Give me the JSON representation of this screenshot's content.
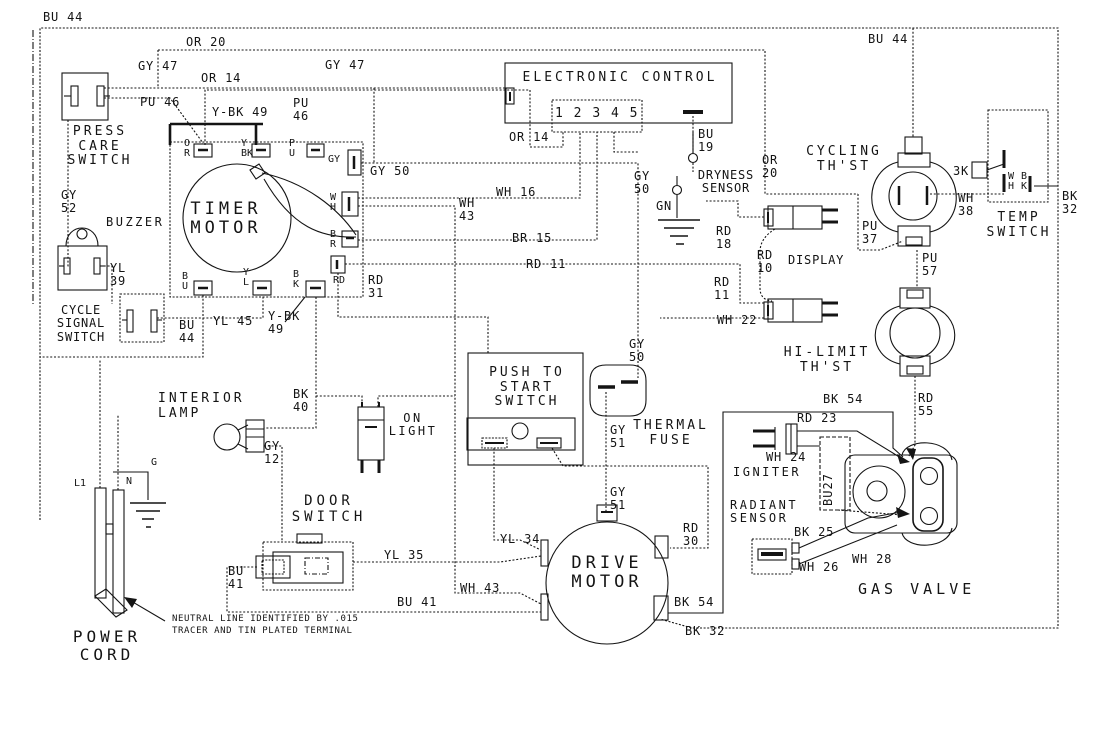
{
  "components": {
    "press_care_switch": "PRESS\nCARE\nSWITCH",
    "buzzer": "BUZZER",
    "cycle_signal_switch": "CYCLE\nSIGNAL\nSWITCH",
    "timer_motor": "TIMER\nMOTOR",
    "electronic_control": "ELECTRONIC CONTROL",
    "control_pins": "1 2 3 4 5",
    "dryness_sensor": "DRYNESS\nSENSOR",
    "display": "DISPLAY",
    "cycling_thst": "CYCLING\nTH'ST",
    "temp_switch": "TEMP\nSWITCH",
    "hi_limit_thst": "HI-LIMIT\nTH'ST",
    "interior_lamp": "INTERIOR\nLAMP",
    "on_light": "ON\nLIGHT",
    "push_to_start_switch": "PUSH TO\nSTART\nSWITCH",
    "thermal_fuse": "THERMAL\nFUSE",
    "door_switch": "DOOR\nSWITCH",
    "drive_motor": "DRIVE\nMOTOR",
    "igniter": "IGNITER",
    "radiant_sensor": "RADIANT\nSENSOR",
    "gas_valve": "GAS VALVE",
    "power_cord": "POWER\nCORD"
  },
  "wires": {
    "bu44_top_left": "BU 44",
    "or20": "OR 20",
    "gy47_left": "GY 47",
    "gy47_right": "GY 47",
    "or14_top": "OR 14",
    "pu46_left": "PU 46",
    "ybk49_top": "Y-BK 49",
    "pu46_right": "PU\n46",
    "bu44_top_right": "BU 44",
    "or14_mid": "OR 14",
    "bu19": "BU\n19",
    "gn": "GN",
    "gy50_ctrl": "GY\n50",
    "or20_vert": "OR\n20",
    "k3": "3K",
    "wh38": "WH\n38",
    "bk32_right": "BK\n32",
    "rd18": "RD\n18",
    "rd10": "RD\n10",
    "rd11_right": "RD\n11",
    "wh22": "WH 22",
    "pu37": "PU\n37",
    "pu57": "PU\n57",
    "gy52": "GY\n52",
    "yl39": "YL\n39",
    "bu44_left": "BU\n44",
    "yl45": "YL 45",
    "ybk49_bot": "Y-BK\n49",
    "gy50_timer": "GY 50",
    "wh43_mid": "WH\n43",
    "wh16": "WH 16",
    "br15": "BR 15",
    "rd11_mid": "RD 11",
    "rd31": "RD\n31",
    "gy50_fuse": "GY\n50",
    "bk40": "BK\n40",
    "gy12": "GY\n12",
    "gy51_a": "GY\n51",
    "gy51_b": "GY\n51",
    "yl35": "YL 35",
    "yl34": "YL 34",
    "bu41_left": "BU\n41",
    "wh43_bot": "WH 43",
    "bu41_bot": "BU 41",
    "rd30": "RD\n30",
    "bk54_bot": "BK 54",
    "bk32_bot": "BK 32",
    "bk54_right": "BK 54",
    "rd55": "RD\n55",
    "rd23": "RD 23",
    "wh24": "WH 24",
    "bu27": "BU27",
    "bk25": "BK 25",
    "wh26": "WH 26",
    "wh28": "WH 28"
  },
  "terminals": {
    "t_or": "O\nR",
    "t_ybk": "Y\nBK",
    "t_pu": "P\nU",
    "t_gy": "GY",
    "t_wh": "W\nH",
    "t_br": "B\nR",
    "t_rd": "RD",
    "t_bu": "B\nU",
    "t_yl": "Y\nL",
    "t_bk": "B\nK",
    "tw_wh": "W\nH",
    "tw_bk": "B\nK",
    "g": "G",
    "n": "N",
    "l1": "L1"
  },
  "note": "NEUTRAL LINE IDENTIFIED BY .015\nTRACER AND TIN PLATED TERMINAL",
  "colors": {
    "ink": "#141414",
    "paper": "#ffffff"
  }
}
